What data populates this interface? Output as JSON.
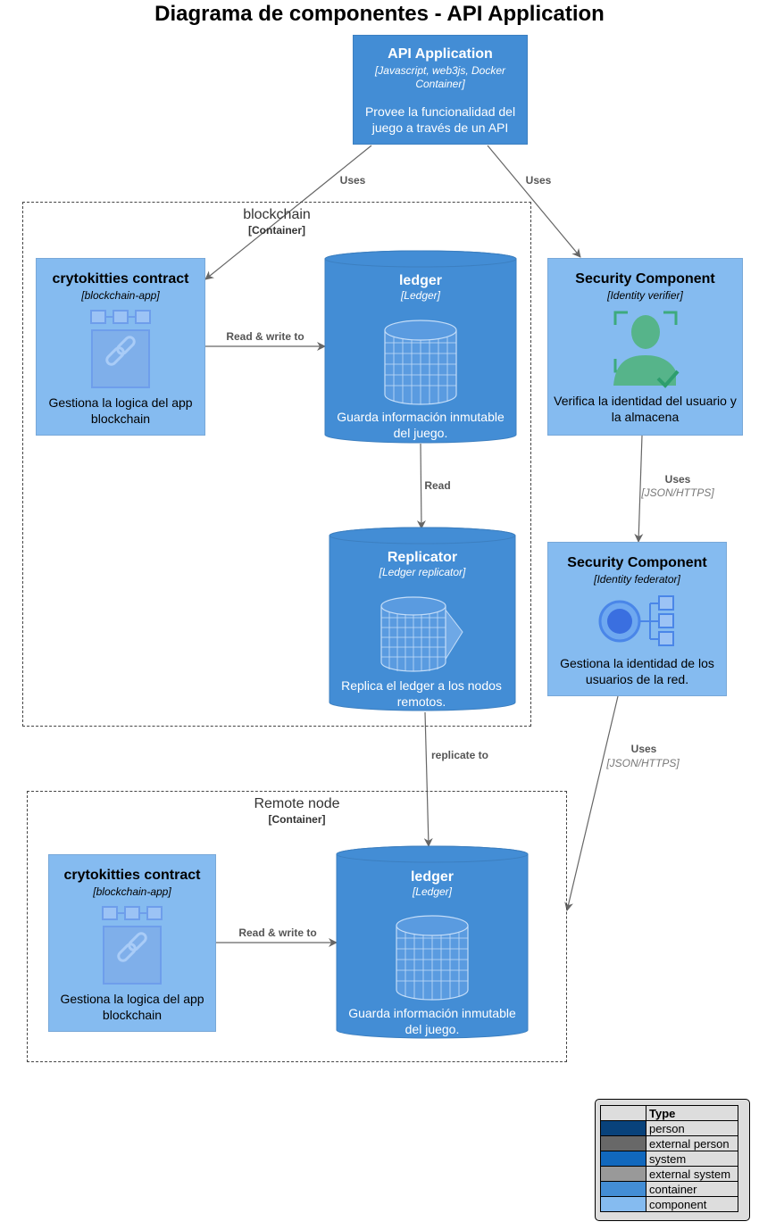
{
  "title": "Diagrama de componentes - API Application",
  "api": {
    "name": "API Application",
    "tech": "[Javascript, web3js, Docker Container]",
    "desc": "Provee la funcionalidad del juego a través de un API"
  },
  "boundaries": {
    "blockchain": {
      "name": "blockchain",
      "type": "[Container]"
    },
    "remote": {
      "name": "Remote node",
      "type": "[Container]"
    }
  },
  "contract1": {
    "name": "crytokitties contract",
    "tech": "[blockchain-app]",
    "desc": "Gestiona la logica del app blockchain"
  },
  "ledger1": {
    "name": "ledger",
    "tech": "[Ledger]",
    "desc": "Guarda información inmutable del juego."
  },
  "replicator": {
    "name": "Replicator",
    "tech": "[Ledger replicator]",
    "desc": "Replica el ledger a los nodos remotos."
  },
  "security1": {
    "name": "Security Component",
    "tech": "[Identity verifier]",
    "desc": "Verifica la identidad del usuario y la almacena"
  },
  "security2": {
    "name": "Security Component",
    "tech": "[Identity federator]",
    "desc": "Gestiona la identidad de los usuarios de la red."
  },
  "contract2": {
    "name": "crytokitties contract",
    "tech": "[blockchain-app]",
    "desc": "Gestiona la logica del app blockchain"
  },
  "ledger2": {
    "name": "ledger",
    "tech": "[Ledger]",
    "desc": "Guarda información inmutable del juego."
  },
  "edges": {
    "uses_left": "Uses",
    "uses_right": "Uses",
    "rw1": "Read & write to",
    "read": "Read",
    "uses_sec": "Uses",
    "uses_sec_tech": "[JSON/HTTPS]",
    "replicate": "replicate to",
    "uses_remote": "Uses",
    "uses_remote_tech": "[JSON/HTTPS]",
    "rw2": "Read & write to"
  },
  "legend": {
    "header": "Type",
    "rows": [
      {
        "label": "person",
        "color": "#08427B"
      },
      {
        "label": "external person",
        "color": "#686868"
      },
      {
        "label": "system",
        "color": "#1168BD"
      },
      {
        "label": "external system",
        "color": "#999999"
      },
      {
        "label": "container",
        "color": "#438DD5"
      },
      {
        "label": "component",
        "color": "#85BBF0"
      }
    ]
  }
}
